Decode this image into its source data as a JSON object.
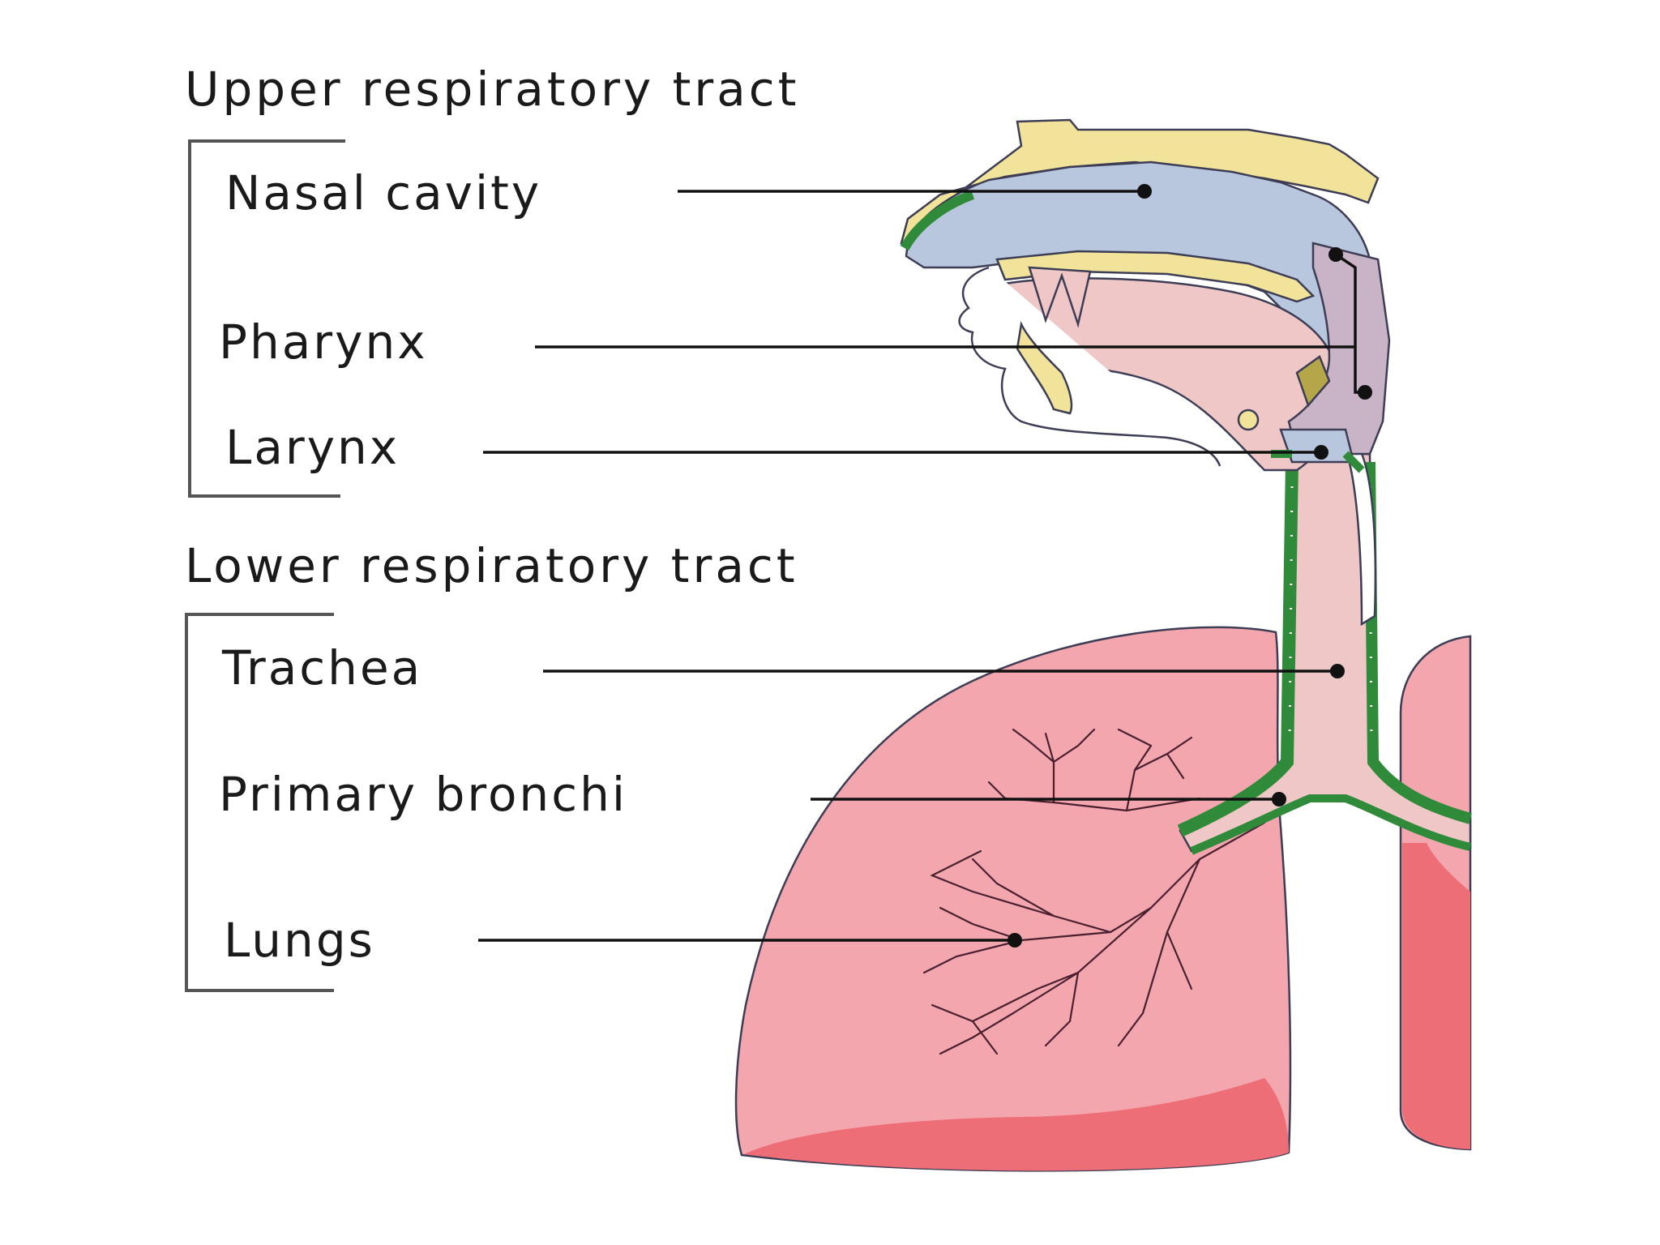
{
  "sections": {
    "upper": "Upper respiratory tract",
    "lower": "Lower respiratory tract"
  },
  "labels": {
    "nasal_cavity": "Nasal cavity",
    "pharynx": "Pharynx",
    "larynx": "Larynx",
    "trachea": "Trachea",
    "primary_bronchi": "Primary bronchi",
    "lungs": "Lungs"
  },
  "colors": {
    "background": "#ffffff",
    "lung_pink": "#f4a6ae",
    "lung_base": "#ee6e78",
    "airway_blue": "#b9c7de",
    "bone_yellow": "#f2e39a",
    "mucosa_green": "#2f8a3a",
    "tissue_pink": "#efc7c7"
  }
}
